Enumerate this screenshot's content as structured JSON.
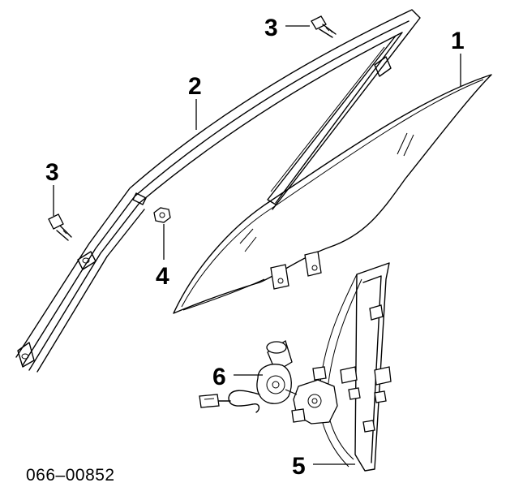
{
  "diagram": {
    "callouts": [
      {
        "id": "c1",
        "label": "1"
      },
      {
        "id": "c2",
        "label": "2"
      },
      {
        "id": "c3a",
        "label": "3"
      },
      {
        "id": "c3b",
        "label": "3"
      },
      {
        "id": "c4",
        "label": "4"
      },
      {
        "id": "c5",
        "label": "5"
      },
      {
        "id": "c6",
        "label": "6"
      }
    ],
    "reference_number": "066–00852"
  }
}
